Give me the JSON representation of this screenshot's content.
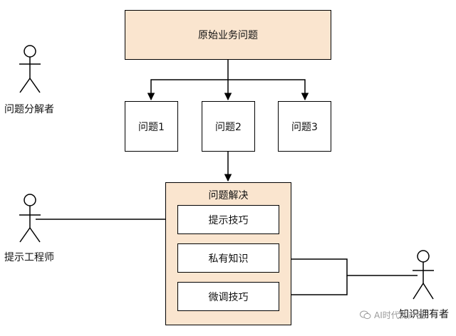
{
  "root_problem": "原始业务问题",
  "sub_problems": [
    "问题1",
    "问题2",
    "问题3"
  ],
  "solution": {
    "title": "问题解决",
    "items": [
      "提示技巧",
      "私有知识",
      "微调技巧"
    ]
  },
  "actors": {
    "decomposer": "问题分解者",
    "prompt_engineer": "提示工程师",
    "knowledge_owner": "知识拥有者"
  },
  "watermark": "AI时代的产品",
  "colors": {
    "peach": "#fae5cf",
    "stroke": "#000000"
  },
  "icons": [
    "stick-figure-icon",
    "wechat-icon"
  ]
}
